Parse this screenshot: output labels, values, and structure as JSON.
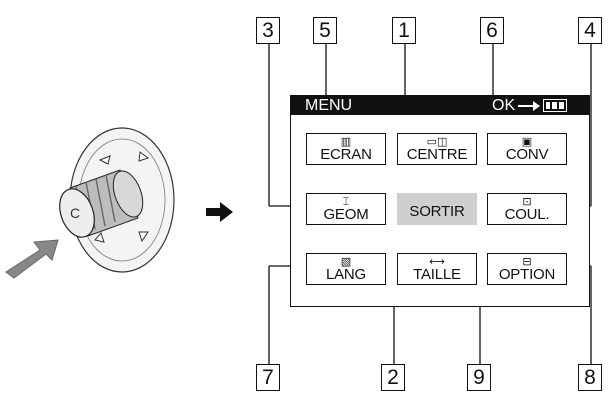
{
  "menu": {
    "title": "MENU",
    "ok_hint": "OK",
    "items": [
      {
        "label": "ECRAN",
        "icon": "screen-icon"
      },
      {
        "label": "CENTRE",
        "icon": "centering-icon"
      },
      {
        "label": "CONV",
        "icon": "convergence-icon"
      },
      {
        "label": "GEOM",
        "icon": "geometry-icon"
      },
      {
        "label": "SORTIR",
        "icon": "none"
      },
      {
        "label": "COUL.",
        "icon": "color-icon"
      },
      {
        "label": "LANG",
        "icon": "language-icon"
      },
      {
        "label": "TAILLE",
        "icon": "size-icon"
      },
      {
        "label": "OPTION",
        "icon": "option-icon"
      }
    ],
    "selected_label": "SORTIR"
  },
  "callouts": [
    "1",
    "2",
    "3",
    "4",
    "5",
    "6",
    "7",
    "8",
    "9"
  ],
  "control": {
    "button_letter": "C"
  },
  "colors": {
    "ink": "#111111",
    "selected": "#cfcfcf",
    "header": "#111111"
  }
}
